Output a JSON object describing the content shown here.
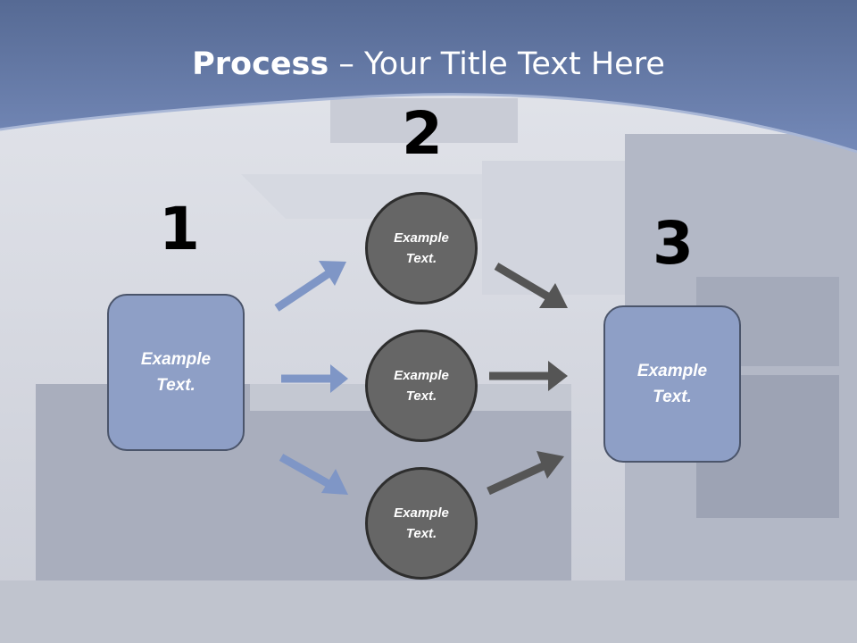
{
  "title": {
    "bold": "Process",
    "rest": " – Your Title Text Here"
  },
  "steps": [
    {
      "number": "1",
      "label": "Example\nText."
    },
    {
      "number": "2",
      "items": [
        "Example\nText.",
        "Example\nText.",
        "Example\nText."
      ]
    },
    {
      "number": "3",
      "label": "Example\nText."
    }
  ],
  "colors": {
    "header": "#6a81b3",
    "box": "#8e9fc6",
    "circle": "#666666",
    "arrow_blue": "#7f96c6",
    "arrow_gray": "#555555"
  }
}
